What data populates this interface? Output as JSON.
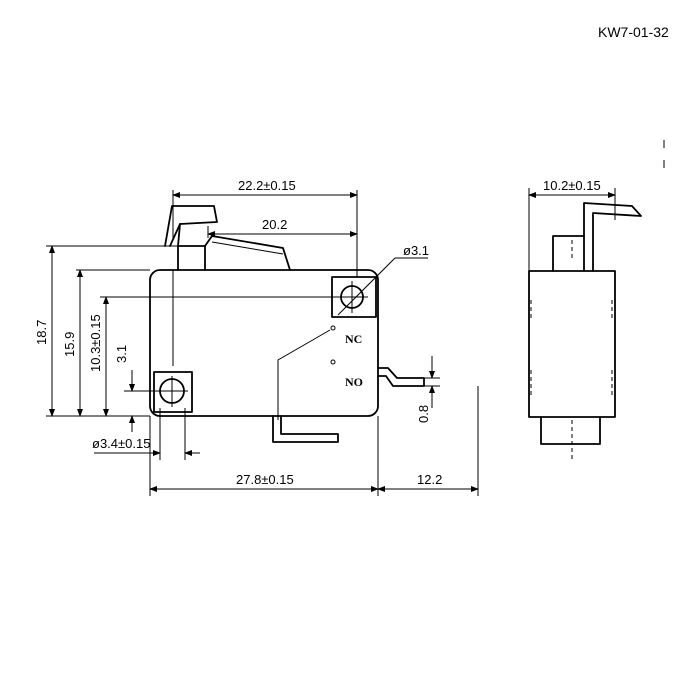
{
  "title": "KW7-01-32",
  "dimensions": {
    "lever_span": "22.2±0.15",
    "lever_pivot": "20.2",
    "hole_upper": "ø3.1",
    "height_total": "18.7",
    "height_body": "15.9",
    "height_hole": "10.3±0.15",
    "height_lower_hole": "3.1",
    "hole_lower": "ø3.4±0.15",
    "body_length": "27.8±0.15",
    "terminal_length": "12.2",
    "terminal_thickness": "0.8",
    "side_width": "10.2±0.15"
  },
  "terminals": {
    "nc": "NC",
    "no": "NO"
  }
}
